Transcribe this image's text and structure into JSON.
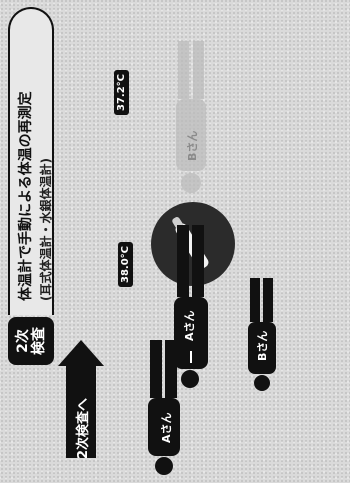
{
  "badge": {
    "line1": "2次",
    "line2": "検査"
  },
  "header": {
    "title": "体温計で手動による体温の再測定",
    "subtitle": "(耳式体温計・水銀体温計)"
  },
  "arrow": {
    "label": "2次検査へ"
  },
  "readings": {
    "a_temp": "38.0°C",
    "ghost_temp": "37.2°C"
  },
  "people": {
    "a_top": "Aさん",
    "a_bottom": "Aさん",
    "b": "Bさん",
    "ghost": "Bさん"
  }
}
